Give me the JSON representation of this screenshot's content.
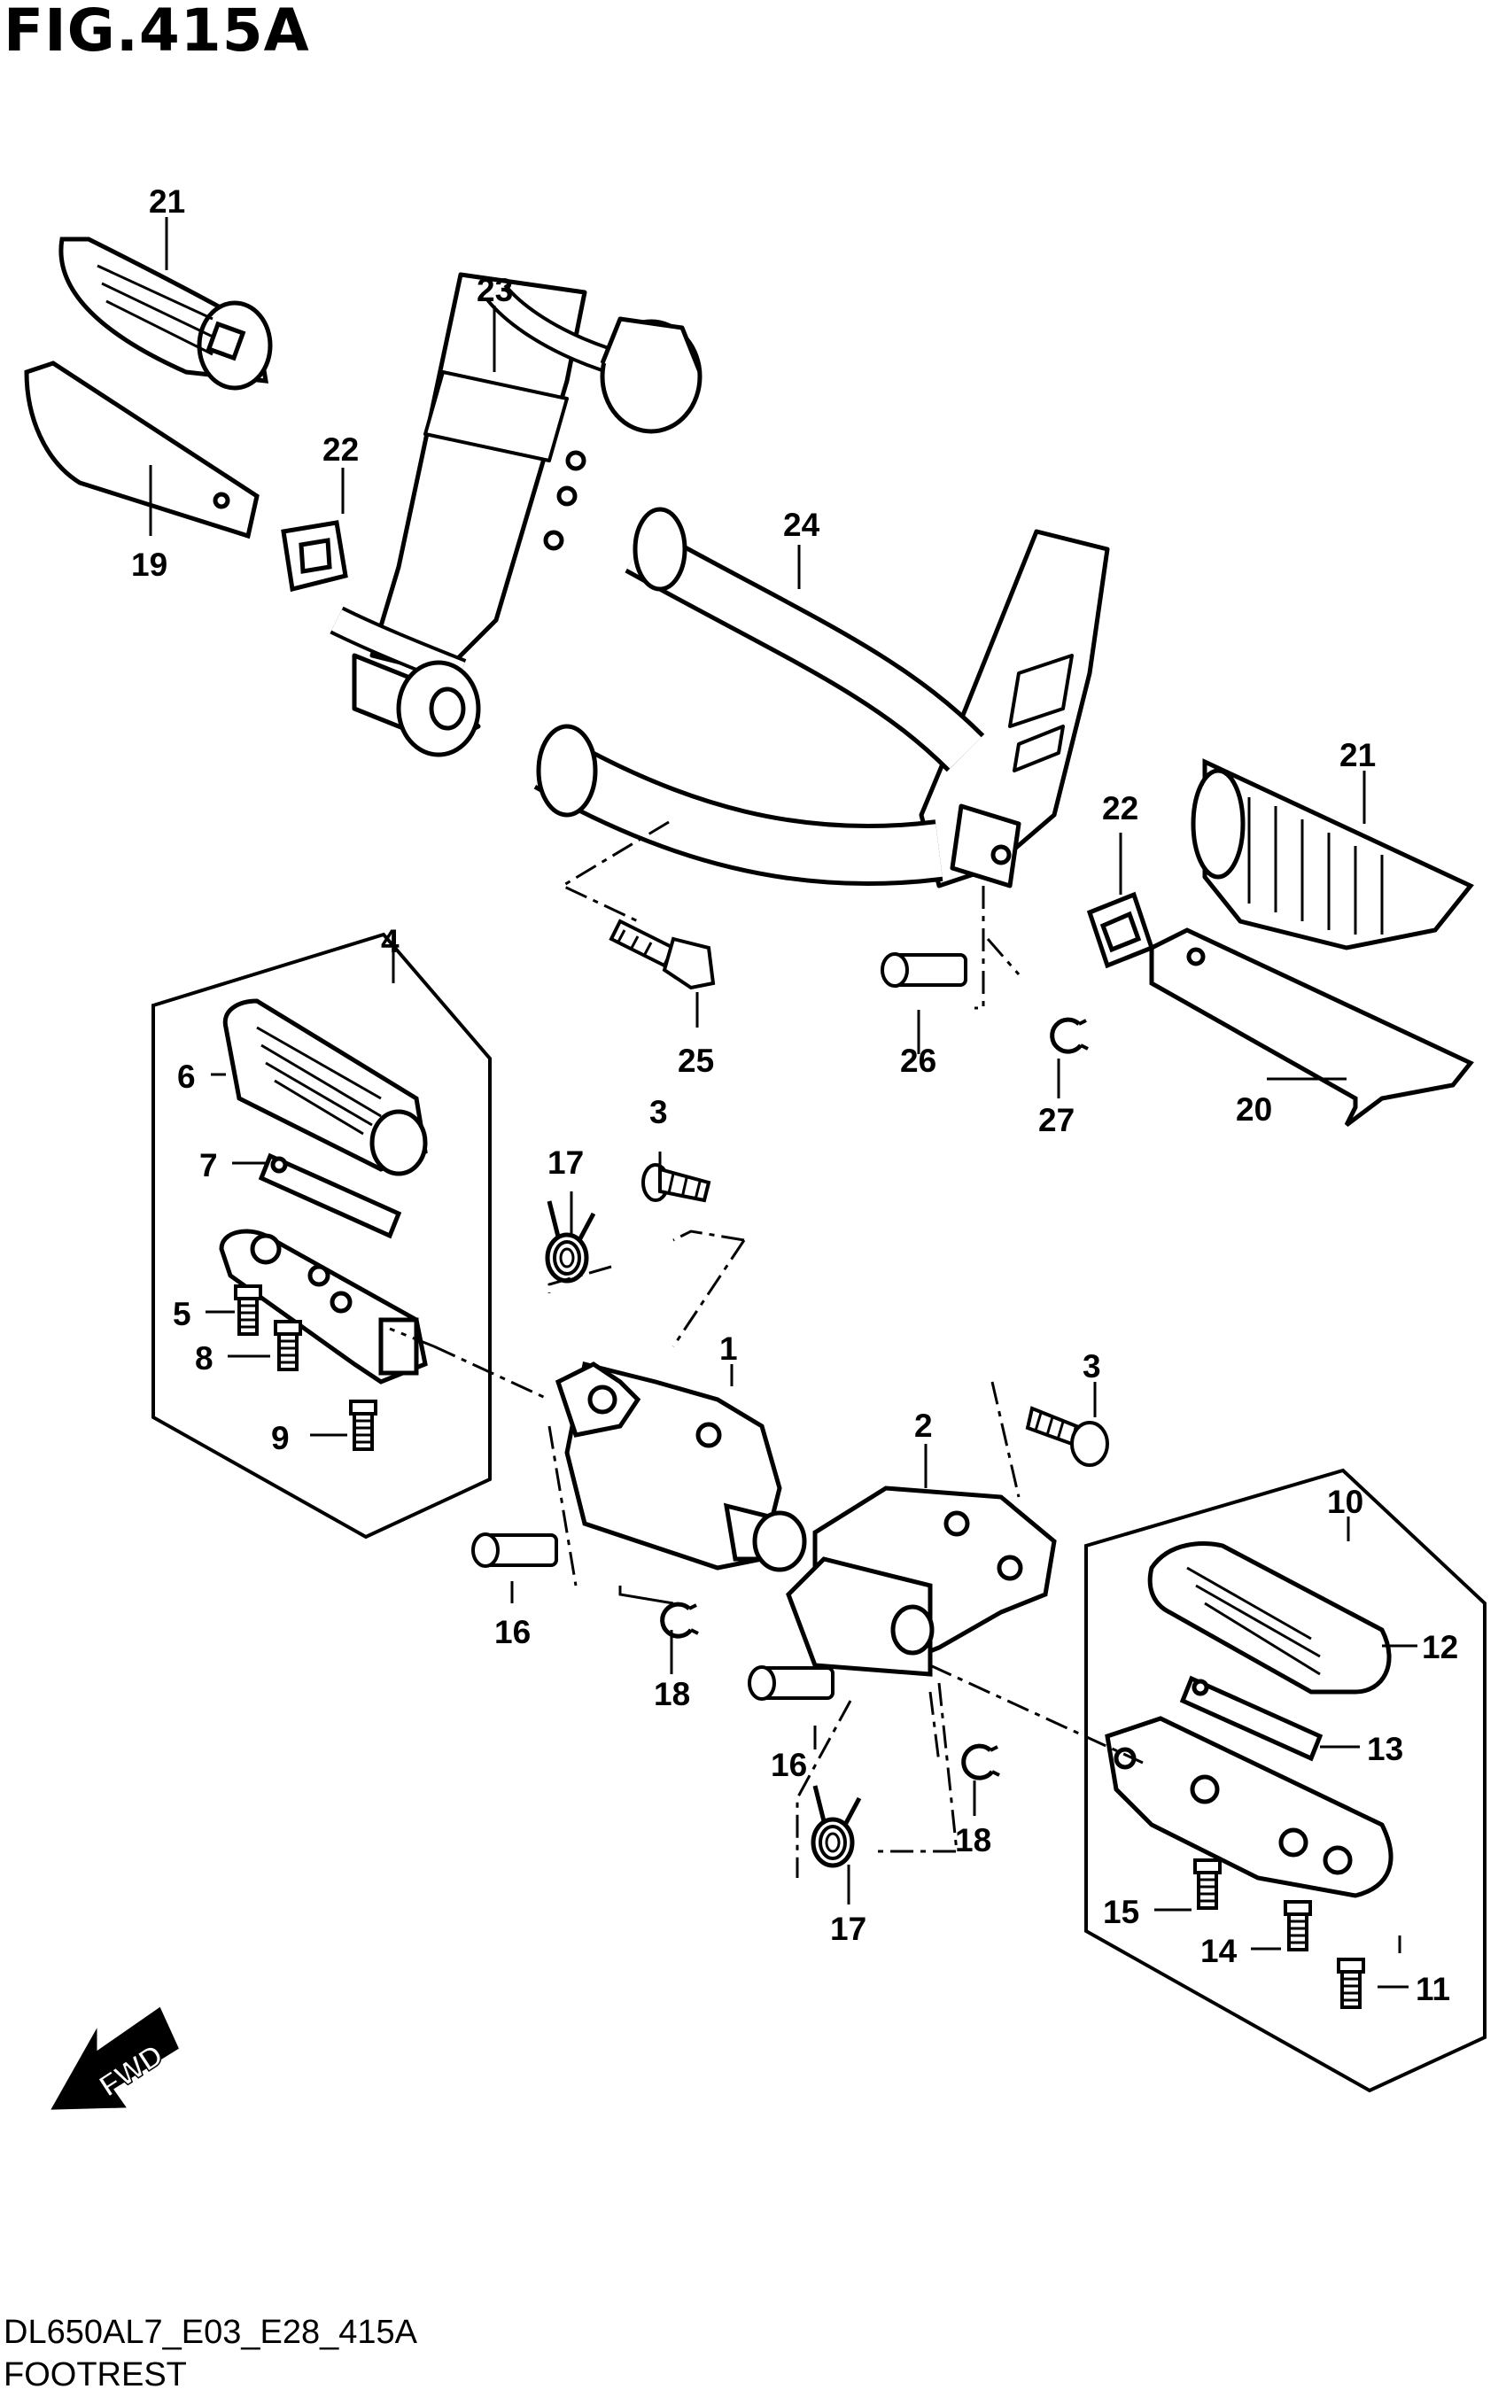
{
  "figure": {
    "title": "FIG.415A",
    "code": "DL650AL7_E03_E28_415A",
    "name": "FOOTREST"
  },
  "fwd_label": "FWD",
  "callouts": {
    "c1": "1",
    "c2": "2",
    "c3a": "3",
    "c3b": "3",
    "c4": "4",
    "c5": "5",
    "c6": "6",
    "c7": "7",
    "c8": "8",
    "c9": "9",
    "c10": "10",
    "c11": "11",
    "c12": "12",
    "c13": "13",
    "c14": "14",
    "c15": "15",
    "c16a": "16",
    "c16b": "16",
    "c17a": "17",
    "c17b": "17",
    "c18a": "18",
    "c18b": "18",
    "c19": "19",
    "c20": "20",
    "c21a": "21",
    "c21b": "21",
    "c22a": "22",
    "c22b": "22",
    "c23": "23",
    "c24": "24",
    "c25": "25",
    "c26": "26",
    "c27": "27"
  }
}
